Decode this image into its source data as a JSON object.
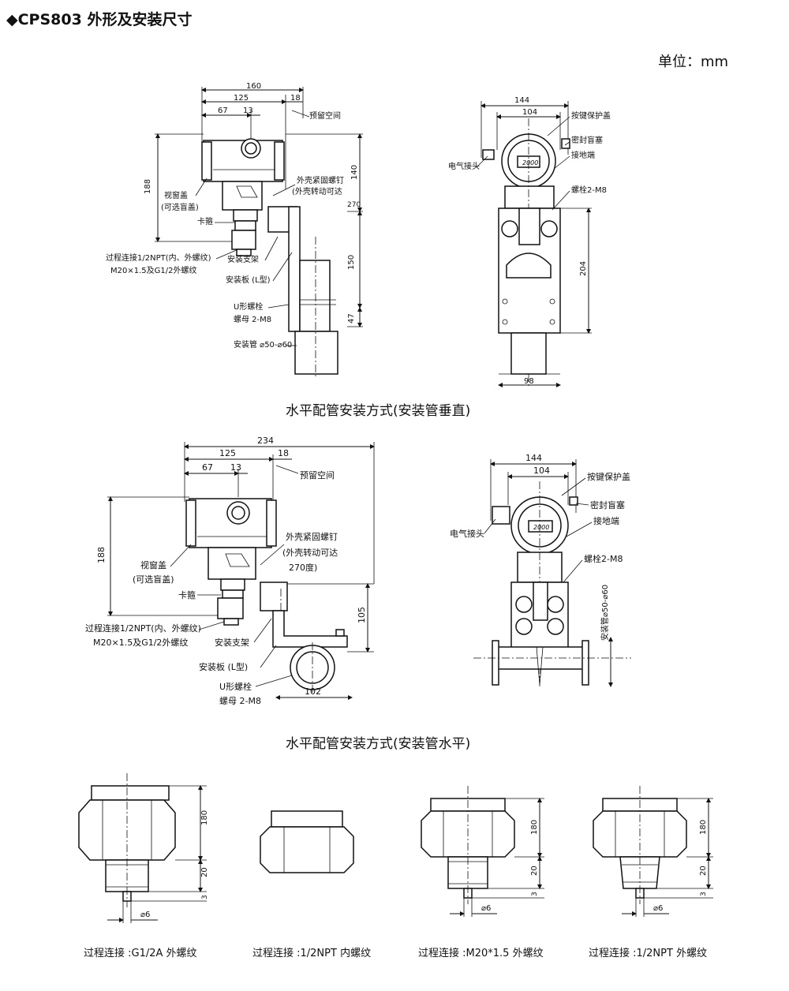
{
  "header": {
    "title": "◆CPS803 外形及安装尺寸",
    "unit": "单位：mm"
  },
  "section1": {
    "caption": "水平配管安装方式(安装管垂直)",
    "side": {
      "dims": {
        "d160": "160",
        "d125": "125",
        "d18": "18",
        "d67": "67",
        "d13": "13",
        "d188": "188",
        "d140": "140",
        "d270": "270",
        "d150": "150",
        "d47": "47"
      },
      "labels": {
        "reserved": "预留空间",
        "screw1": "外壳紧固螺钉",
        "screw2": "(外壳转动可达",
        "window1": "视窗盖",
        "window2": "(可选盲盖)",
        "clamp": "卡箍",
        "process1": "过程连接1/2NPT(内、外螺纹)",
        "process2": "M20×1.5及G1/2外螺纹",
        "bracket": "安装支架",
        "plate": "安装板 (L型)",
        "ubolt1": "U形螺栓",
        "ubolt2": "螺母 2-M8",
        "pipe": "安装管 ⌀50-⌀60"
      }
    },
    "front": {
      "dims": {
        "d144": "144",
        "d104": "104",
        "d204": "204",
        "d98": "98"
      },
      "labels": {
        "keycover": "按键保护盖",
        "seal": "密封盲塞",
        "ground": "接地端",
        "electrical": "电气接头",
        "bolt": "螺栓2-M8",
        "display": "2000"
      }
    }
  },
  "section2": {
    "caption": "水平配管安装方式(安装管水平)",
    "side": {
      "dims": {
        "d234": "234",
        "d125": "125",
        "d18": "18",
        "d67": "67",
        "d13": "13",
        "d188": "188",
        "d105": "105",
        "d102": "102"
      },
      "labels": {
        "reserved": "预留空间",
        "screw1": "外壳紧固螺钉",
        "screw2": "(外壳转动可达",
        "screw3": "270度)",
        "window1": "视窗盖",
        "window2": "(可选盲盖)",
        "clamp": "卡箍",
        "process1": "过程连接1/2NPT(内、外螺纹)",
        "process2": "M20×1.5及G1/2外螺纹",
        "bracket": "安装支架",
        "plate": "安装板 (L型)",
        "ubolt1": "U形螺栓",
        "ubolt2": "螺母 2-M8"
      }
    },
    "front": {
      "dims": {
        "d144": "144",
        "d104": "104"
      },
      "labels": {
        "keycover": "按键保护盖",
        "seal": "密封盲塞",
        "ground": "接地端",
        "electrical": "电气接头",
        "bolt": "螺栓2-M8",
        "pipe": "安装管⌀50-⌀60",
        "display": "2000"
      }
    }
  },
  "connections": [
    {
      "label": "过程连接 :G1/2A 外螺纹",
      "d180": "180",
      "d20": "20",
      "d3": "3",
      "phi": "⌀6"
    },
    {
      "label": "过程连接 :1/2NPT 内螺纹"
    },
    {
      "label": "过程连接 :M20*1.5 外螺纹",
      "d180": "180",
      "d20": "20",
      "d3": "3",
      "phi": "⌀6"
    },
    {
      "label": "过程连接 :1/2NPT 外螺纹",
      "d180": "180",
      "d20": "20",
      "d3": "3",
      "phi": "⌀6"
    }
  ]
}
